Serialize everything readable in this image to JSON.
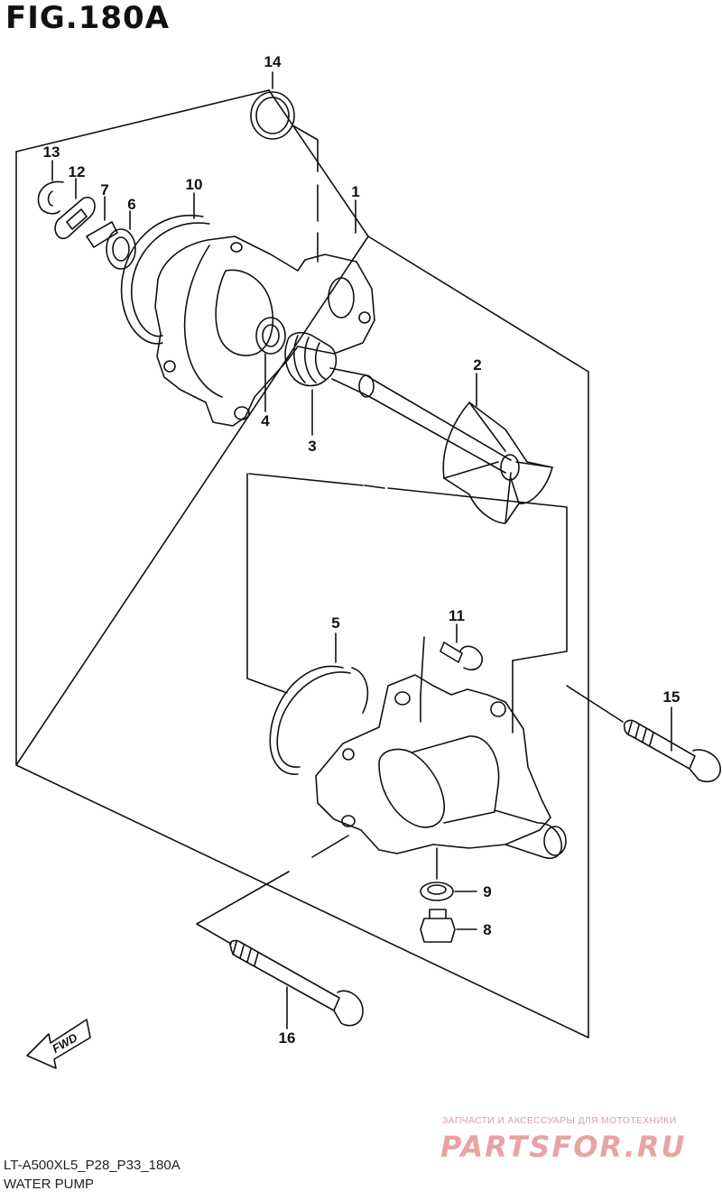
{
  "figure": {
    "title": "FIG.180A"
  },
  "callouts": [
    {
      "id": "1",
      "label": "1"
    },
    {
      "id": "2",
      "label": "2"
    },
    {
      "id": "3",
      "label": "3"
    },
    {
      "id": "4",
      "label": "4"
    },
    {
      "id": "5",
      "label": "5"
    },
    {
      "id": "6",
      "label": "6"
    },
    {
      "id": "7",
      "label": "7"
    },
    {
      "id": "8",
      "label": "8"
    },
    {
      "id": "9",
      "label": "9"
    },
    {
      "id": "10",
      "label": "10"
    },
    {
      "id": "11",
      "label": "11"
    },
    {
      "id": "12",
      "label": "12"
    },
    {
      "id": "13",
      "label": "13"
    },
    {
      "id": "14",
      "label": "14"
    },
    {
      "id": "15",
      "label": "15"
    },
    {
      "id": "16",
      "label": "16"
    }
  ],
  "fwd_arrow": {
    "label": "FWD"
  },
  "footer": {
    "model_code": "LT-A500XL5_P28_P33_180A",
    "section_name": "WATER PUMP"
  },
  "watermark": {
    "caption": "ЗАПЧАСТИ И АКСЕССУАРЫ ДЛЯ МОТОТЕХНИКИ",
    "logo_text": "PARTSFOR.RU"
  }
}
